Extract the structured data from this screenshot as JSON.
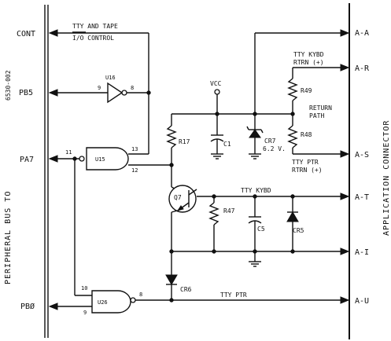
{
  "left_bus": {
    "label_line1": "PERIPHERAL BUS TO",
    "label_line2": "6530-002"
  },
  "right_connector": {
    "label": "APPLICATION CONNECTOR"
  },
  "pins_left": {
    "cont": "CONT",
    "pb5": "PB5",
    "pa7": "PA7",
    "pb0": "PBØ"
  },
  "pins_right": {
    "a": "A-A",
    "r": "A-R",
    "s": "A-S",
    "t": "A-T",
    "i": "A-I",
    "u": "A-U"
  },
  "signals": {
    "tty_tape_line1": "TTY AND TAPE",
    "tty_tape_line2": "I/O CONTROL",
    "tty_kybd": "TTY KYBD",
    "tty_ptr": "TTY PTR",
    "kybd_rtrn_line1": "TTY KYBD",
    "kybd_rtrn_line2": "RTRN (+)",
    "ptr_rtrn_line1": "TTY PTR",
    "ptr_rtrn_line2": "RTRN (+)",
    "return_path_line1": "RETURN",
    "return_path_line2": "PATH",
    "vcc": "VCC"
  },
  "components": {
    "u16": "U16",
    "u15": "U15",
    "u26": "U26",
    "q7": "Q7",
    "r17": "R17",
    "r47": "R47",
    "r48": "R48",
    "r49": "R49",
    "c1": "C1",
    "c5": "C5",
    "cr5": "CR5",
    "cr6": "CR6",
    "cr7_line1": "CR7",
    "cr7_line2": "6.2 V."
  },
  "pin_numbers": {
    "u16_in": "9",
    "u16_out": "8",
    "u15_in1": "11",
    "u15_in2": "13",
    "u15_out": "12",
    "u26_in1": "10",
    "u26_in2": "9",
    "u26_out": "8"
  }
}
